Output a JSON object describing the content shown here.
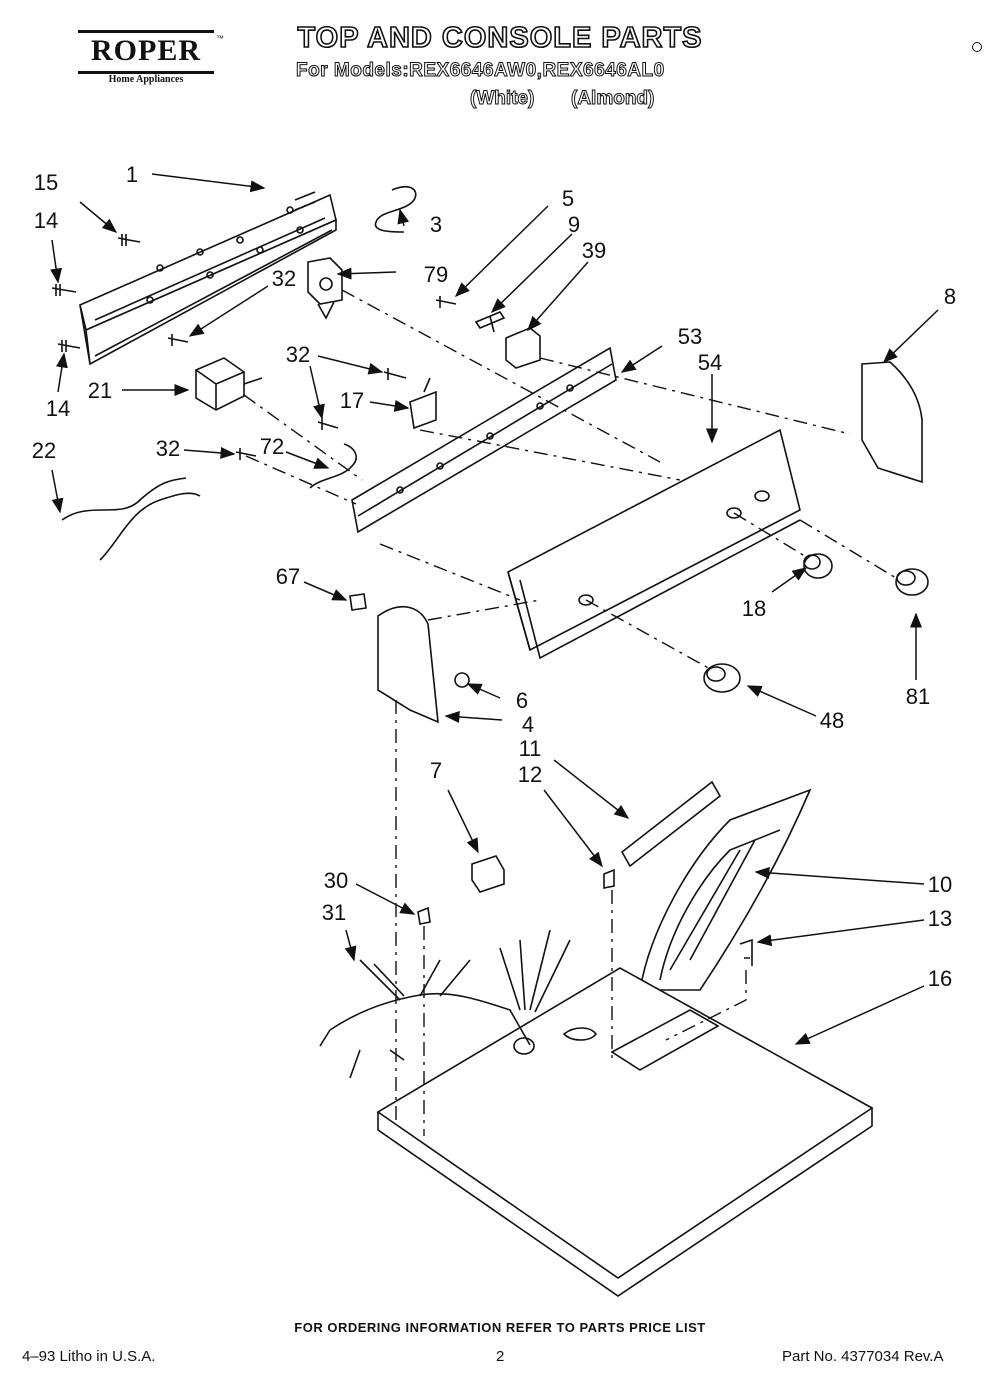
{
  "brand": {
    "name": "ROPER",
    "tm": "™",
    "sub": "Home Appliances"
  },
  "title": "TOP AND CONSOLE PARTS",
  "subtitle": "For Models:REX6646AW0,REX6646AL0",
  "color_labels": [
    "(White)",
    "(Almond)"
  ],
  "callouts": {
    "c1": "1",
    "c3": "3",
    "c4": "4",
    "c5": "5",
    "c6": "6",
    "c7": "7",
    "c8": "8",
    "c9": "9",
    "c10": "10",
    "c11": "11",
    "c12": "12",
    "c13": "13",
    "c14a": "14",
    "c14b": "14",
    "c15": "15",
    "c16": "16",
    "c17": "17",
    "c18": "18",
    "c21": "21",
    "c22": "22",
    "c30": "30",
    "c31": "31",
    "c32a": "32",
    "c32b": "32",
    "c32c": "32",
    "c39": "39",
    "c48": "48",
    "c53": "53",
    "c54": "54",
    "c67": "67",
    "c72": "72",
    "c79": "79",
    "c81": "81"
  },
  "footer": {
    "ordering": "FOR ORDERING INFORMATION REFER TO PARTS PRICE LIST",
    "litho": "4–93 Litho in U.S.A.",
    "page": "2",
    "part_no": "Part No. 4377034 Rev.A"
  }
}
